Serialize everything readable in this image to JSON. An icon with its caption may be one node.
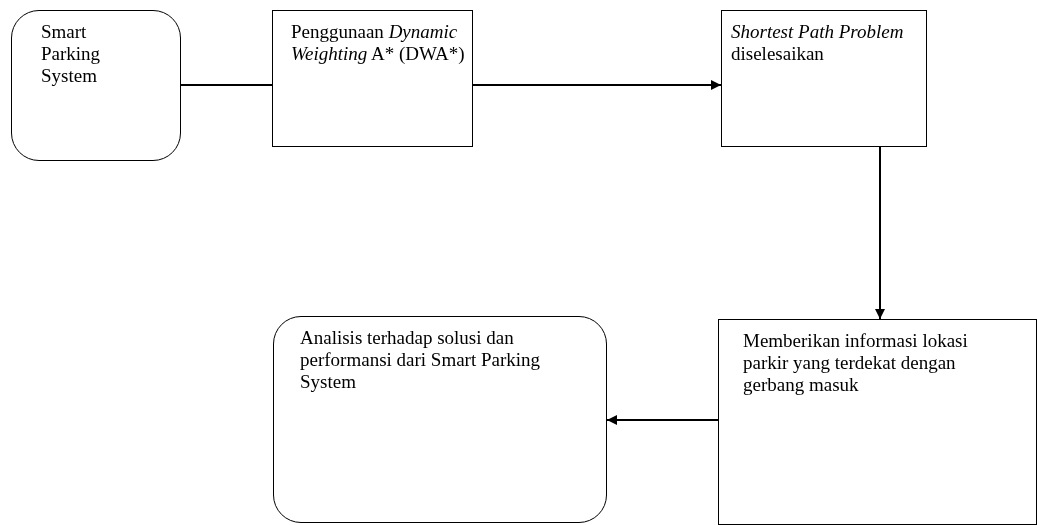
{
  "diagram": {
    "nodes": [
      {
        "text": [
          "Smart Parking System"
        ]
      },
      {
        "text": [
          "Penggunaan *Dynamic Weighting* A* (DWA*)"
        ]
      },
      {
        "text": [
          "*Shortest Path Problem* diselesaikan"
        ]
      },
      {
        "text": [
          "Memberikan informasi lokasi parkir yang terdekat dengan gerbang masuk"
        ]
      },
      {
        "text": [
          "Analisis terhadap solusi  dan performansi dari Smart Parking System"
        ]
      }
    ],
    "edges": [
      {
        "from": 0,
        "to": 1,
        "arrow": "none"
      },
      {
        "from": 1,
        "to": 2,
        "arrow": "to"
      },
      {
        "from": 2,
        "to": 3,
        "arrow": "to"
      },
      {
        "from": 3,
        "to": 4,
        "arrow": "to"
      }
    ]
  }
}
